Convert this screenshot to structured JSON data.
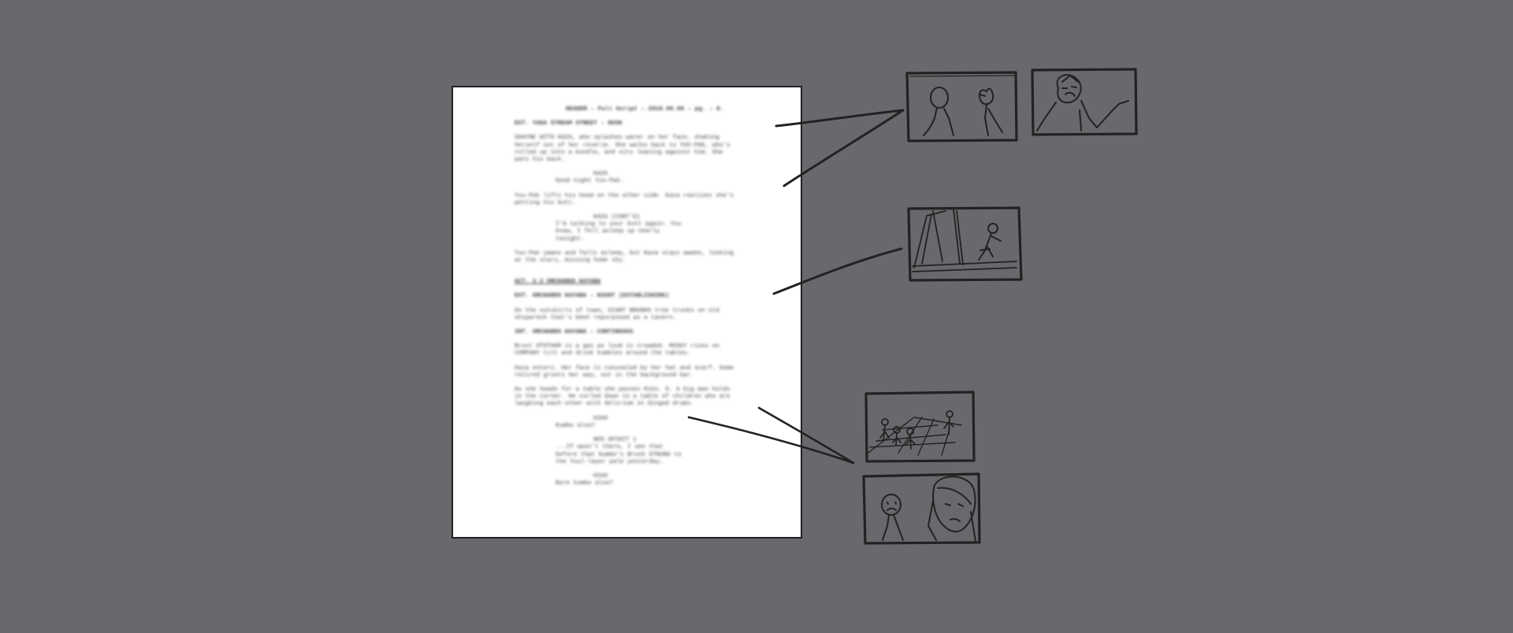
{
  "colors": {
    "background": "#68696c",
    "page": "#ffffff",
    "ink": "#222222"
  },
  "script_page": {
    "title": "HEADER – Full Script – 2018.09.09 – pg. – 9.",
    "blocks": [
      {
        "kind": "slug",
        "text": "EXT. YAGA STREAM STREET – DUSK"
      },
      {
        "kind": "action",
        "lines": [
          "SHAYNE WITH KAZA, who splashes water on her face, shaking",
          "herself out of her reverie. She walks back to YUU-PAK, who's",
          "rolled up into a bundle, and sits leaning against him. She",
          "pats his back."
        ]
      },
      {
        "kind": "character",
        "text": "KAZA"
      },
      {
        "kind": "dialogue",
        "lines": [
          "Good night Yuu-Pak."
        ]
      },
      {
        "kind": "action",
        "lines": [
          "Yuu-Pak lifts his head on the other side. Kaza realizes she's",
          "petting his butt."
        ]
      },
      {
        "kind": "character",
        "text": "KAZA (CONT'D)"
      },
      {
        "kind": "dialogue",
        "lines": [
          "I'm talking to your butt again. You",
          "know, I fell asleep up nearly",
          "tonight."
        ]
      },
      {
        "kind": "action",
        "lines": [
          "Yuu-Pak yawns and falls asleep, but Kaza stays awake, looking",
          "at the stars, missing home sky."
        ]
      },
      {
        "kind": "act",
        "text": "ACT. 2.2 ORCHARDS KAYANA"
      },
      {
        "kind": "slug",
        "text": "EXT. ORCHARDS KAYANA – NIGHT (ESTABLISHING)"
      },
      {
        "kind": "action",
        "lines": [
          "On the outskirts of town, GIANT BRUNHO tree trunks on old",
          "shipwreck that's been repurposed as a tavern."
        ]
      },
      {
        "kind": "slug",
        "text": "INT. ORCHARDS KAYANA – CONTINUOUS"
      },
      {
        "kind": "action",
        "lines": [
          "Brust OTHTHAM is a gas as loud is crowded. MOSKY rises on",
          "COMPANY tilt and drink kumbles around the tables."
        ]
      },
      {
        "kind": "action",
        "lines": [
          "Kaza enters. Her face is concealed by her hat and scarf. Some",
          "retired grunts her way, out in the background bar."
        ]
      },
      {
        "kind": "action",
        "lines": [
          "As she heads for a table she passes Hiko. D. A big man holds",
          "in the corner. He curled down to a table of children who are",
          "laughing each other with delirium in dinged drums."
        ]
      },
      {
        "kind": "character",
        "text": "HIKO"
      },
      {
        "kind": "dialogue",
        "lines": [
          "Kumbo also?"
        ]
      },
      {
        "kind": "character",
        "text": "RED SPIRIT 1"
      },
      {
        "kind": "dialogue",
        "lines": [
          "...If wasn't there, I see that",
          "before that Kumbo's Brush STRUNG to",
          "the Yuul-layer pale yesterday."
        ]
      },
      {
        "kind": "character",
        "text": "HIKO"
      },
      {
        "kind": "dialogue",
        "lines": [
          "Bore kumbo also?"
        ]
      }
    ]
  },
  "storyboard_panels": [
    {
      "id": 1,
      "content": "two stick figures facing each other"
    },
    {
      "id": 2,
      "content": "angry figure gesturing"
    },
    {
      "id": 3,
      "content": "figure standing on ship deck near sails"
    },
    {
      "id": 4,
      "content": "figures on tiled floor with guard"
    },
    {
      "id": 5,
      "content": "close-up of two faces"
    }
  ]
}
